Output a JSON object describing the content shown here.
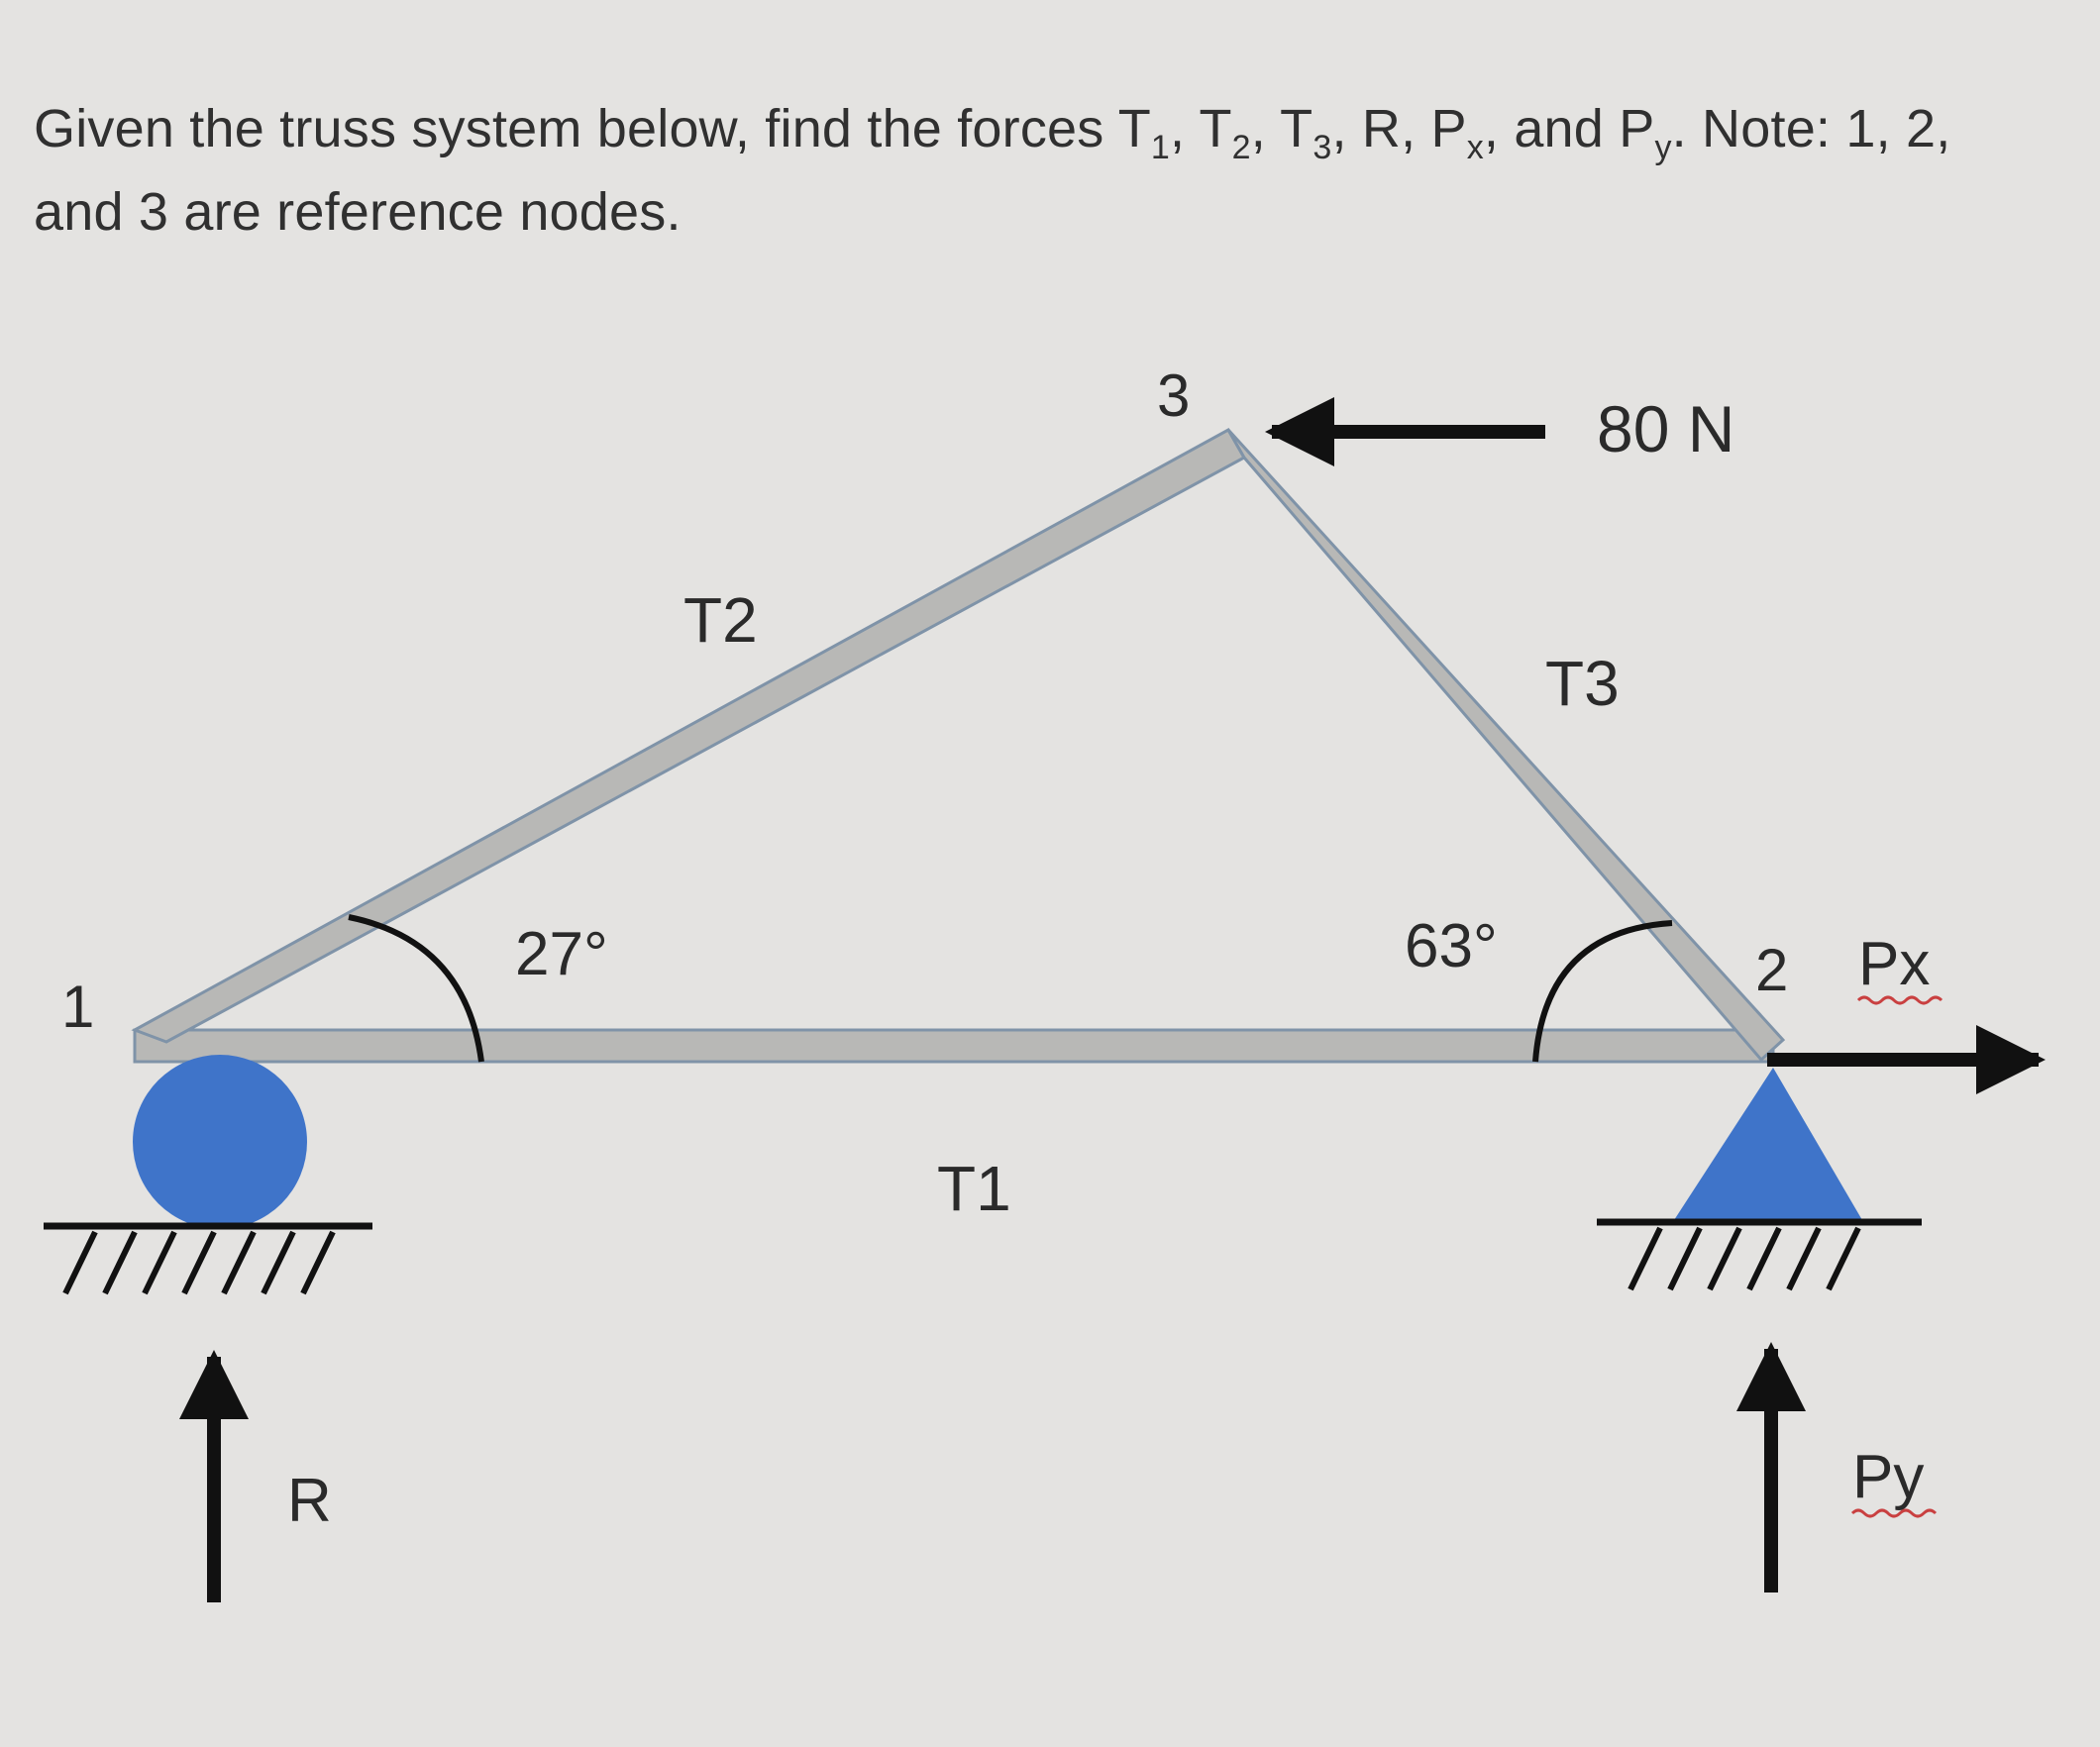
{
  "problem": {
    "text_before": "Given the truss system below, find the forces T",
    "sub1": "1",
    "comma1": ", T",
    "sub2": "2",
    "comma2": ", T",
    "sub3": "3",
    "mid": ", R, P",
    "sub_x": "x",
    "and": ", and P",
    "sub_y": "y",
    "text_after": ".  Note:  1, 2, and 3 are reference nodes."
  },
  "diagram": {
    "nodes": {
      "n1": "1",
      "n2": "2",
      "n3": "3"
    },
    "members": {
      "t1": "T1",
      "t2": "T2",
      "t3": "T3"
    },
    "angles": {
      "left": "27°",
      "right": "63°"
    },
    "loads": {
      "applied": "80 N",
      "px": "Px",
      "py": "Py",
      "r": "R"
    },
    "colors": {
      "member_fill": "#b8b8b6",
      "member_stroke": "#7f93a8",
      "support_blue": "#3f74c9",
      "arrow": "#111111"
    }
  }
}
